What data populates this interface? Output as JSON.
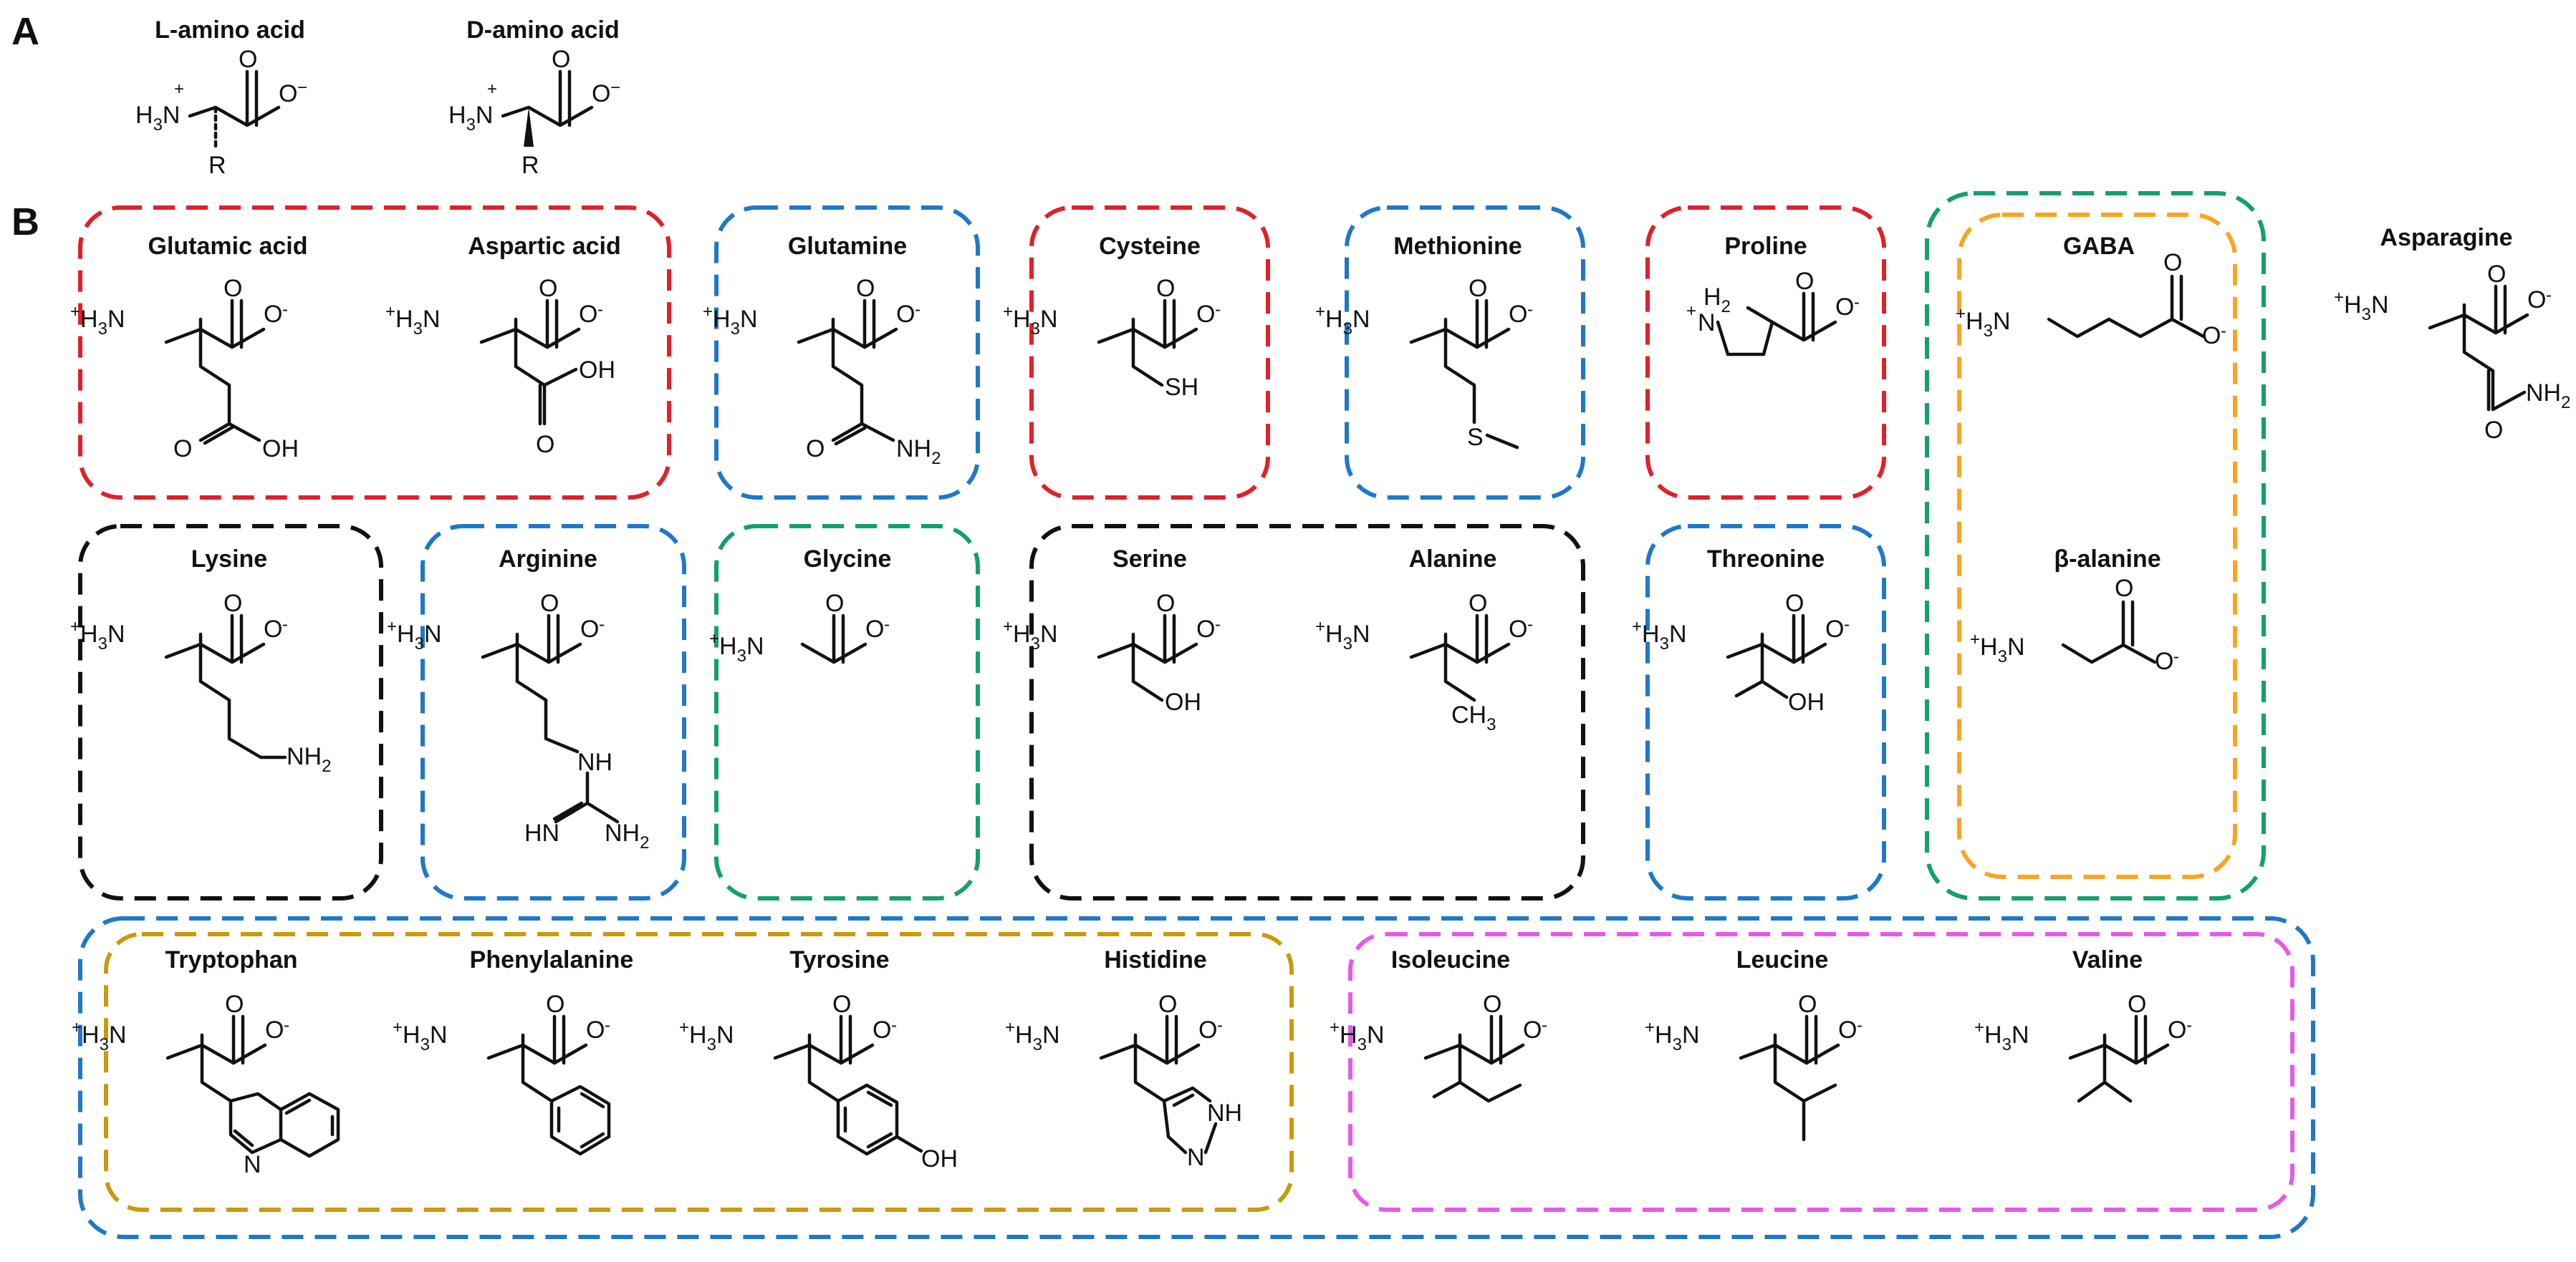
{
  "panels": {
    "a": "A",
    "b": "B"
  },
  "panel_a": {
    "l_amino_acid": "L-amino acid",
    "d_amino_acid": "D-amino acid"
  },
  "amino_acids": {
    "glutamic_acid": "Glutamic acid",
    "aspartic_acid": "Aspartic  acid",
    "glutamine": "Glutamine",
    "cysteine": "Cysteine",
    "methionine": "Methionine",
    "proline": "Proline",
    "gaba": "GABA",
    "asparagine": "Asparagine",
    "lysine": "Lysine",
    "arginine": "Arginine",
    "glycine": "Glycine",
    "serine": "Serine",
    "alanine": "Alanine",
    "threonine": "Threonine",
    "beta_alanine": "β-alanine",
    "tryptophan": "Tryptophan",
    "phenylalanine": "Phenylalanine",
    "tyrosine": "Tyrosine",
    "histidine": "Histidine",
    "isoleucine": "Isoleucine",
    "leucine": "Leucine",
    "valine": "Valine"
  },
  "group_colors": {
    "red": "#e0202a",
    "blue": "#1f78c8",
    "green": "#14a06a",
    "black": "#111111",
    "orange": "#f5a623",
    "gold": "#c99a0c",
    "magenta": "#e45be8"
  }
}
